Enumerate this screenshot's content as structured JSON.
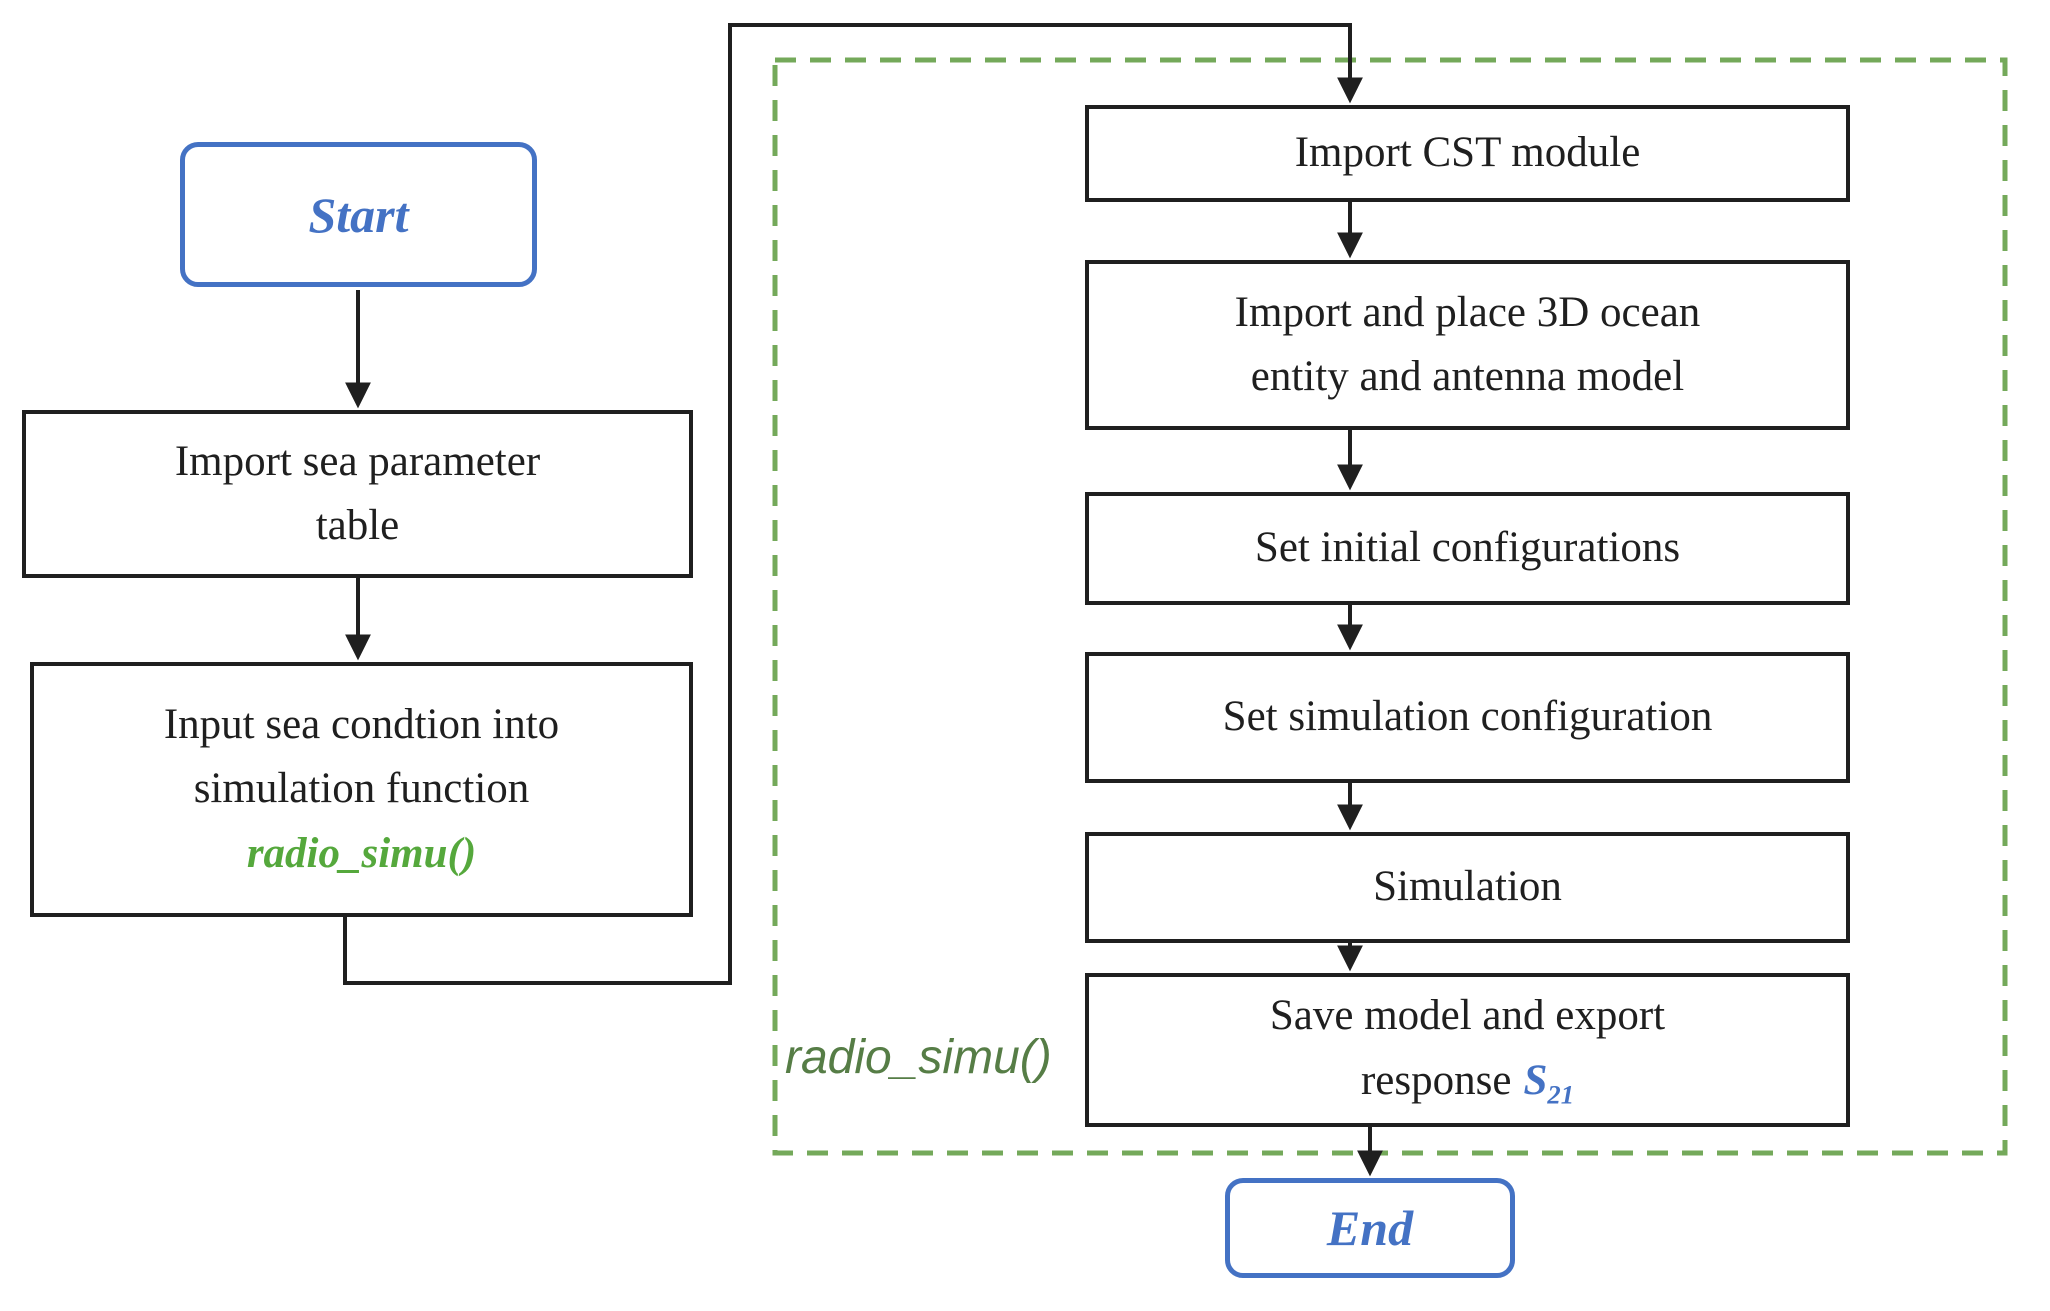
{
  "colors": {
    "accent_blue": "#4472c4",
    "code_green": "#55a83c",
    "dash_green": "#74a95a",
    "label_green": "#567d46",
    "ink": "#1f1f1f"
  },
  "nodes": {
    "start": {
      "label": "Start"
    },
    "import_table": {
      "lines": [
        "Import sea parameter",
        "table"
      ]
    },
    "input_condition": {
      "lines": [
        "Input sea condtion into",
        "simulation function"
      ],
      "code": "radio_simu()"
    },
    "import_cst": {
      "label": "Import CST module"
    },
    "import_place": {
      "lines": [
        "Import and place 3D ocean",
        "entity and antenna model"
      ]
    },
    "set_initial": {
      "label": "Set initial configurations"
    },
    "set_simulation": {
      "label": "Set simulation configuration"
    },
    "simulation": {
      "label": "Simulation"
    },
    "save_export": {
      "line1": "Save model and export",
      "line2_prefix": "response",
      "response_symbol": "S",
      "response_subscript": "21"
    },
    "end": {
      "label": "End"
    },
    "group_label": "radio_simu()"
  }
}
